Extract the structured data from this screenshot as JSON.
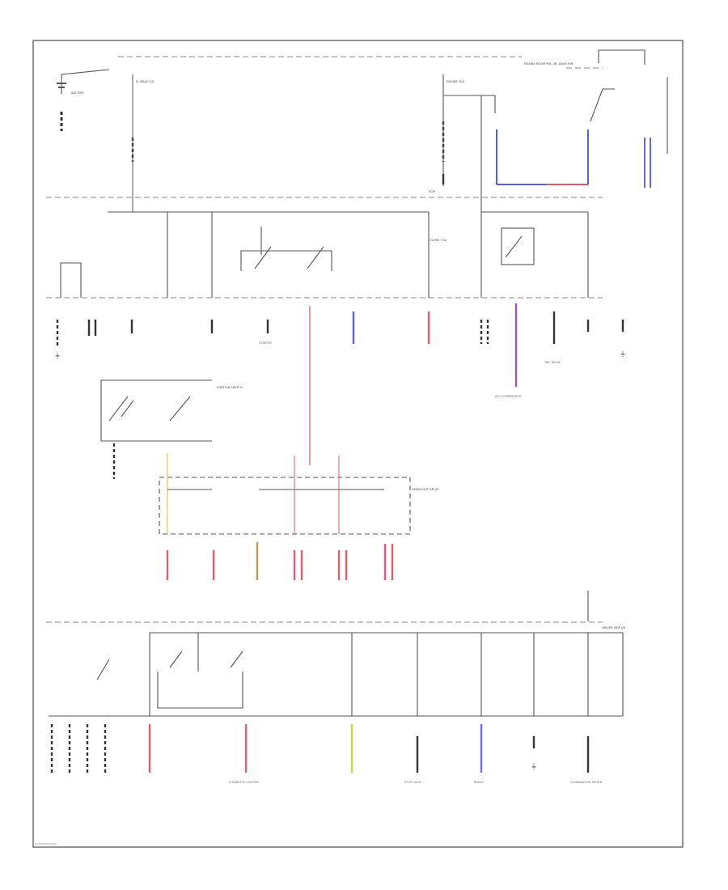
{
  "labels": {
    "battery": "BATTERY",
    "main_fuse": "FL MAIN 2.0L",
    "engine_fuse": "ENGINE 30A",
    "relay_boxes": "ENGINE ROOM R/B, J/B, DASH R/B",
    "starter": "STARTER",
    "ecm": "ECM",
    "dome_fuse": "DOME 7.5A",
    "tail_relay": "TAIL RELAY",
    "headlight_relay": "HEADLIGHT RELAY",
    "ignition_switch": "IGNITION SWITCH",
    "ac_compressor": "A/C COMPRESSOR",
    "junction_block": "DRIVER SIDE J/B",
    "cigarette_lighter": "CIGARETTE LIGHTER",
    "stop_light": "STOP LIGHT",
    "radio": "RADIO",
    "combination_meter": "COMBINATION METER"
  },
  "ground_symbol": "⏚"
}
